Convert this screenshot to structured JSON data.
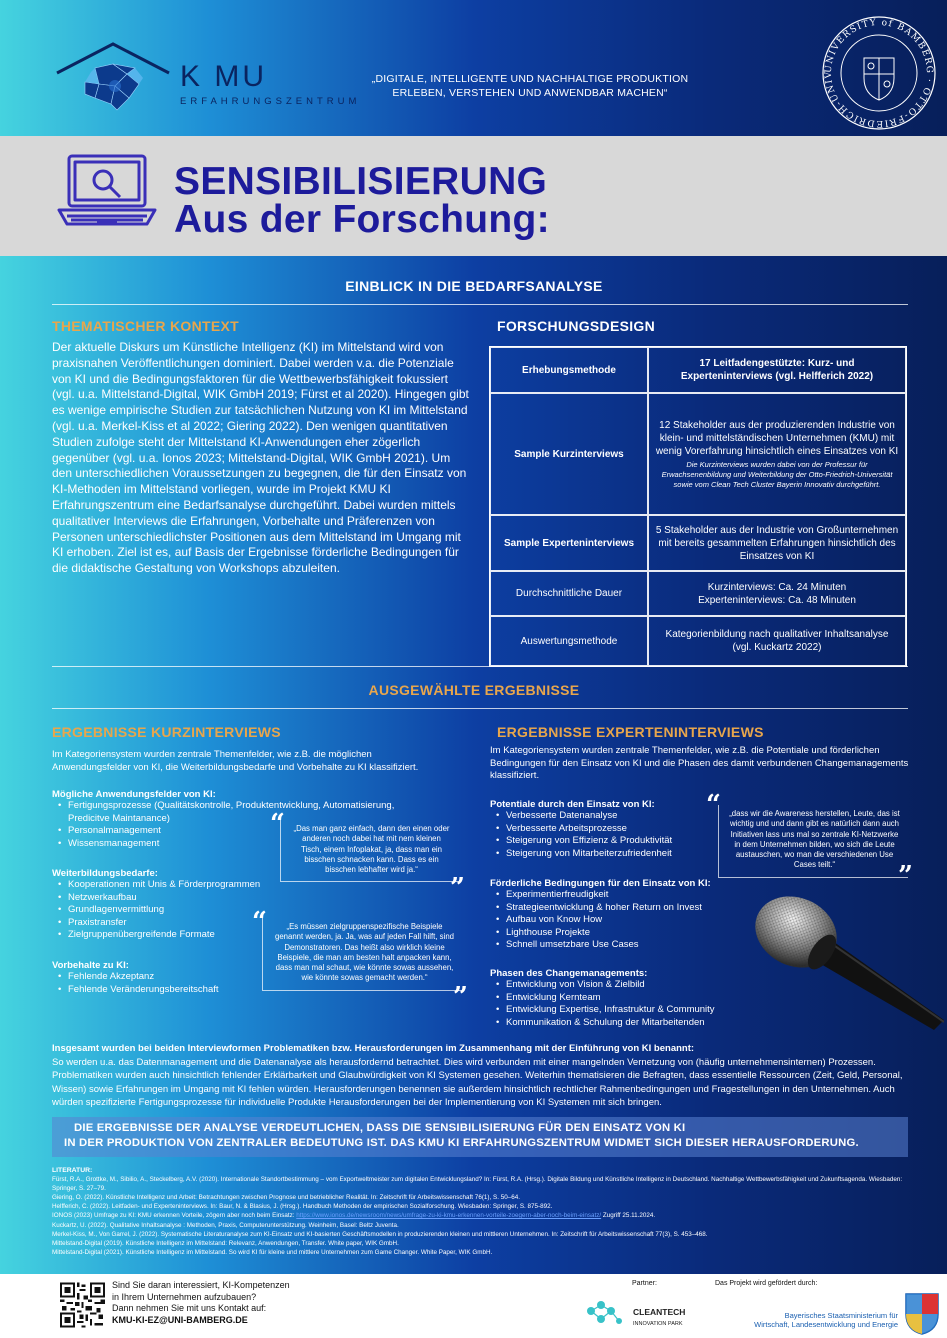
{
  "header": {
    "logo_kmu": "K MU",
    "logo_sub": "ERFAHRUNGSZENTRUM",
    "slogan_line1": "„DIGITALE, INTELLIGENTE UND NACHHALTIGE PRODUKTION",
    "slogan_line2": "ERLEBEN, VERSTEHEN UND ANWENDBAR MACHEN“",
    "seal_text": "UNIVERSITY of BAMBERG · OTTO-FRIEDRICH-UNIVERSITÄT BAMBERG"
  },
  "title": {
    "line1": "SENSIBILISIERUNG",
    "line2": "Aus der Forschung:"
  },
  "einblick": "EINBLICK IN DIE BEDARFSANALYSE",
  "kontext": {
    "heading": "THEMATISCHER KONTEXT",
    "text": "Der aktuelle Diskurs um Künstliche Intelligenz (KI) im Mittelstand wird von praxisnahen Veröffentlichungen dominiert. Dabei werden v.a. die Potenziale von KI und die Bedingungsfaktoren für die Wettbewerbsfähigkeit fokussiert (vgl. u.a. Mittelstand-Digital, WIK GmbH 2019; Fürst et al 2020). Hingegen gibt es wenige empirische Studien zur tatsächlichen Nutzung von KI im Mittelstand (vgl. u.a. Merkel-Kiss et al 2022; Giering 2022). Den wenigen quantitativen Studien zufolge steht der Mittelstand KI-Anwendungen eher zögerlich gegenüber (vgl. u.a. Ionos 2023; Mittelstand-Digital, WIK GmbH 2021). Um den unterschiedlichen Voraussetzungen zu begegnen, die für den Einsatz von KI-Methoden im Mittelstand vorliegen, wurde im Projekt KMU KI Erfahrungszentrum eine Bedarfsanalyse durchgeführt. Dabei wurden mittels qualitativer Interviews die Erfahrungen, Vorbehalte und Präferenzen von Personen unterschiedlichster Positionen aus dem Mittelstand im Umgang mit KI erhoben. Ziel ist es, auf Basis der Ergebnisse förderliche Bedingungen für die didaktische Gestaltung von Workshops abzuleiten."
  },
  "forschungsdesign": {
    "heading": "FORSCHUNGSDESIGN",
    "rows": [
      {
        "label": "Erhebungsmethode",
        "value": "17 Leitfadengestützte: Kurz- und Experteninterviews  (vgl. Helfferich 2022)",
        "note": ""
      },
      {
        "label": "Sample Kurzinterviews",
        "value": "12 Stakeholder aus der produzierenden Industrie von klein- und mittelständischen Unternehmen (KMU) mit wenig Vorerfahrung hinsichtlich eines Einsatzes von KI",
        "note": "Die Kurzinterviews wurden dabei von der Professur für Erwachsenenbildung und Weiterbildung der Otto-Friedrich-Universität sowie vom Clean Tech Cluster Bayerin Innovativ durchgeführt."
      },
      {
        "label": "Sample Experteninterviews",
        "value": "5 Stakeholder aus der Industrie von Großunternehmen mit bereits gesammelten Erfahrungen hinsichtlich des Einsatzes von KI",
        "note": ""
      },
      {
        "label": "Durchschnittliche Dauer",
        "value": "Kurzinterviews: Ca. 24 Minuten\nExperteninterviews: Ca. 48 Minuten",
        "note": ""
      },
      {
        "label": "Auswertungsmethode",
        "value": "Kategorienbildung nach qualitativer Inhaltsanalyse (vgl. Kuckartz 2022)",
        "note": ""
      }
    ]
  },
  "ergebnisse_heading": "AUSGEWÄHLTE ERGEBNISSE",
  "kurz": {
    "heading": "ERGEBNISSE KURZINTERVIEWS",
    "intro": "Im Kategoriensystem wurden zentrale Themenfelder, wie z.B. die möglichen Anwendungsfelder von KI, die Weiterbildungsbedarfe und Vorbehalte zu KI klassifiziert.",
    "groups": [
      {
        "title": "Mögliche Anwendungsfelder von KI:",
        "items": [
          "Fertigungsprozesse (Qualitätskontrolle, Produktentwicklung, Automatisierung, Predicitve Maintanance)",
          "Personalmanagement",
          "Wissensmanagement"
        ]
      },
      {
        "title": "Weiterbildungsbedarfe:",
        "items": [
          "Kooperationen mit Unis & Förderprogrammen",
          "Netzwerkaufbau",
          "Grundlagenvermittlung",
          "Praxistransfer",
          "Zielgruppenübergreifende Formate"
        ]
      },
      {
        "title": "Vorbehalte zu KI:",
        "items": [
          "Fehlende Akzeptanz",
          "Fehlende Veränderungsbereitschaft"
        ]
      }
    ],
    "quote1": "„Das man ganz einfach, dann den einen oder anderen noch dabei hat mit nem kleinen Tisch, einem Infoplakat, ja, dass man ein bisschen schnacken kann. Dass es ein bisschen lebhafter wird ja.“",
    "quote2": "„Es müssen zielgruppenspezifische Beispiele genannt werden, ja. Ja, was auf jeden Fall hilft, sind Demonstratoren. Das heißt also wirklich kleine Beispiele, die man am besten halt anpacken kann, dass man mal schaut, wie könnte sowas aussehen, wie könnte sowas gemacht werden.“"
  },
  "experten": {
    "heading": "ERGEBNISSE EXPERTENINTERVIEWS",
    "intro": "Im Kategoriensystem wurden zentrale Themenfelder, wie z.B. die Potentiale und förderlichen Bedingungen für den Einsatz von KI und die Phasen des damit verbundenen Changemanagements klassifiziert.",
    "groups": [
      {
        "title": "Potentiale durch den Einsatz von KI:",
        "items": [
          "Verbesserte Datenanalyse",
          "Verbesserte Arbeitsprozesse",
          "Steigerung von Effizienz & Produktivität",
          "Steigerung von Mitarbeiterzufriedenheit"
        ]
      },
      {
        "title": "Förderliche Bedingungen für den Einsatz von KI:",
        "items": [
          "Experimentierfreudigkeit",
          "Strategieentwicklung & hoher Return on Invest",
          "Aufbau von Know How",
          "Lighthouse Projekte",
          "Schnell umsetzbare Use Cases"
        ]
      },
      {
        "title": "Phasen des Changemanagements:",
        "items": [
          "Entwicklung von Vision & Zielbild",
          "Entwicklung Kernteam",
          "Entwicklung Expertise, Infrastruktur & Community",
          "Kommunikation & Schulung der Mitarbeitenden"
        ]
      }
    ],
    "quote": "„dass wir die Awareness herstellen, Leute, das ist wichtig und und dann gibt es natürlich dann auch Initiativen lass uns mal so zentrale KI-Netzwerke in dem Unternehmen bilden, wo sich die Leute austauschen, wo man die verschiedenen Use Cases teilt.“"
  },
  "summary": {
    "lead": "Insgesamt wurden bei beiden Interviewformen Problematiken bzw. Herausforderungen im Zusammenhang mit der Einführung von KI benannt:",
    "text": "So werden u.a. das Datenmanagement und die Datenanalyse als herausfordernd betrachtet. Dies wird verbunden mit einer mangelnden Vernetzung von (häufig unternehmensinternen) Prozessen. Problematiken wurden auch hinsichtlich fehlender Erklärbarkeit und Glaubwürdigkeit von KI Systemen gesehen. Weiterhin thematisieren die Befragten, dass essentielle Ressourcen (Zeit, Geld, Personal, Wissen) sowie Erfahrungen im Umgang mit KI fehlen würden. Herausforderungen benennen sie außerdem hinsichtlich rechtlicher Rahmenbedingungen und Fragestellungen in den Unternehmen. Auch würden spezifizierte Fertigungsprozesse für individuelle Produkte Herausforderungen bei der Implementierung von KI Systemen mit sich bringen."
  },
  "banner": {
    "line1": "DIE ERGEBNISSE DER ANALYSE VERDEUTLICHEN, DASS DIE SENSIBILISIERUNG FÜR DEN EINSATZ VON KI",
    "line2": "IN DER PRODUKTION VON ZENTRALER BEDEUTUNG IST. DAS KMU KI ERFAHRUNGSZENTRUM WIDMET SICH DIESER HERAUSFORDERUNG."
  },
  "literatur": {
    "heading": "LITERATUR:",
    "items": [
      "Fürst, R.A., Grottke, M., Sibilio, A., Steckelberg, A.V. (2020). Internationale Standortbestimmung – vom Exportweltmeister zum digitalen Entwicklungsland? In: Fürst, R.A. (Hrsg.). Digitale Bildung und Künstliche Intelligenz in Deutschland. Nachhaltige Wettbewerbsfähigkeit und Zukunftsagenda. Wiesbaden: Springer, S. 27–79.",
      "Giering, O. (2022). Künstliche Intelligenz und Arbeit: Betrachtungen zwischen Prognose und betrieblicher Realität. In: Zeitschrift für Arbeitswissenschaft 76(1), S. 50–64.",
      "Helfferich, C. (2022). Leitfaden- und Experteninterviews. In: Baur, N. & Blasius, J. (Hrsg.). Handbuch Methoden der empirischen Sozialforschung. Wiesbaden: Springer, S. 875-892.",
      "Kuckartz, U. (2022). Qualitative Inhaltsanalyse : Methoden, Praxis, Computerunterstützung. Weinheim, Basel: Beltz Juventa.",
      "Merkel-Kiss, M., Von Garrel, J. (2022). Systematische Literaturanalyse zum KI-Einsatz und KI-basierten Geschäftsmodellen in produzierenden kleinen und mittleren Unternehmen. In: Zeitschrift für Arbeitswissenschaft 77(3), S. 453–468.",
      "Mittelstand-Digital (2019). Künstliche Intelligenz im Mittelstand: Relevanz, Anwendungen, Transfer. White paper, WIK GmbH.",
      "Mittelstand-Digital (2021). Künstliche Intelligenz im Mittelstand. So wird KI für kleine und mittlere Unternehmen zum Game Changer. White Paper, WIK GmbH."
    ],
    "ionos_before": "IONOS (2023) Umfrage zu KI: KMU erkennen Vorteile, zögern aber noch beim Einsatz: ",
    "ionos_link": "https://www.ionos.de/newsroom/news/umfrage-zu-ki-kmu-erkennen-vorteile-zoegern-aber-noch-beim-einsatz/",
    "ionos_after": " Zugriff 25.11.2024."
  },
  "footer": {
    "contact_line1": "Sind Sie daran interessiert, KI-Kompetenzen",
    "contact_line2": "in Ihrem Unternehmen aufzubauen?",
    "contact_line3": "Dann nehmen Sie mit uns Kontakt auf:",
    "contact_email": "KMU-KI-EZ@UNI-BAMBERG.DE",
    "partner_label": "Partner:",
    "cleantech_line1": "CLEANTECH",
    "cleantech_line2": "INNOVATION PARK",
    "foerder_label": "Das Projekt wird gefördert durch:",
    "ministry_line1": "Bayerisches Staatsministerium für",
    "ministry_line2": "Wirtschaft, Landesentwicklung und Energie"
  },
  "colors": {
    "title_blue": "#1d1b9b",
    "accent_orange": "#e8a64c",
    "band_gray": "#d8d8d8"
  }
}
